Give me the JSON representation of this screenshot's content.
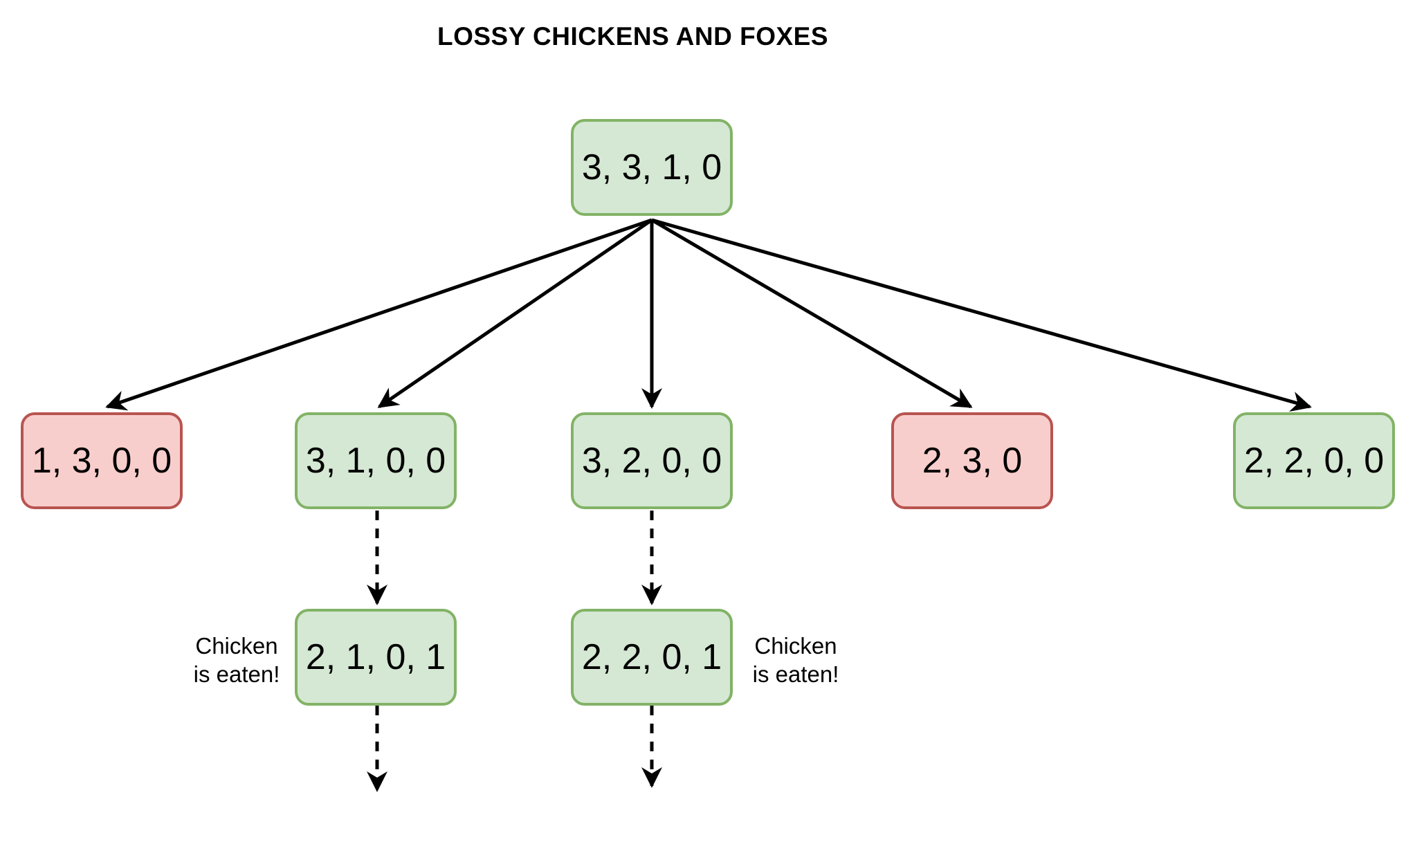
{
  "title": "LOSSY CHICKENS AND FOXES",
  "nodes": {
    "root": {
      "label": "3, 3, 1, 0",
      "status": "valid"
    },
    "c1": {
      "label": "1, 3, 0, 0",
      "status": "invalid"
    },
    "c2": {
      "label": "3, 1, 0, 0",
      "status": "valid"
    },
    "c3": {
      "label": "3, 2, 0, 0",
      "status": "valid"
    },
    "c4": {
      "label": "2, 3, 0",
      "status": "invalid"
    },
    "c5": {
      "label": "2, 2, 0, 0",
      "status": "valid"
    },
    "g1": {
      "label": "2, 1, 0, 1",
      "status": "valid"
    },
    "g2": {
      "label": "2, 2, 0, 1",
      "status": "valid"
    }
  },
  "notes": {
    "left": {
      "line1": "Chicken",
      "line2": "is eaten!"
    },
    "right": {
      "line1": "Chicken",
      "line2": "is eaten!"
    }
  },
  "colors": {
    "valid_fill": "#d5e8d4",
    "valid_stroke": "#82b366",
    "invalid_fill": "#f8cecc",
    "invalid_stroke": "#b85450"
  }
}
